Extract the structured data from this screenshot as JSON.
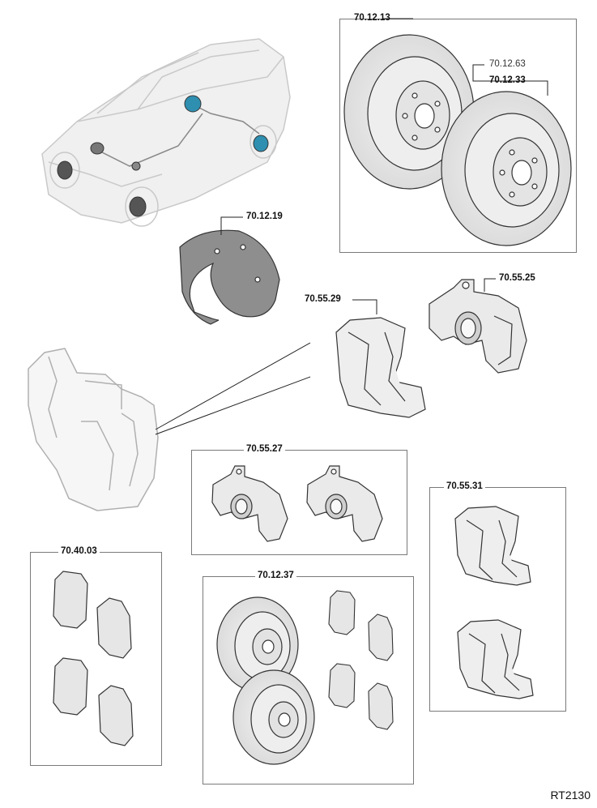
{
  "diagram_id": "RT2130",
  "callouts": {
    "rotor_front": "70.12.13",
    "rotor_alt": "70.12.63",
    "rotor_rear": "70.12.33",
    "dust_shield": "70.12.19",
    "carrier_bracket": "70.55.29",
    "caliper": "70.55.25",
    "caliper_pair": "70.55.27",
    "carrier_pair": "70.55.31",
    "pad_set": "70.40.03",
    "rotor_pad_kit": "70.12.37"
  },
  "colors": {
    "highlight": "#2f8fb0",
    "line": "#555555",
    "frame": "#7a7a7a"
  }
}
